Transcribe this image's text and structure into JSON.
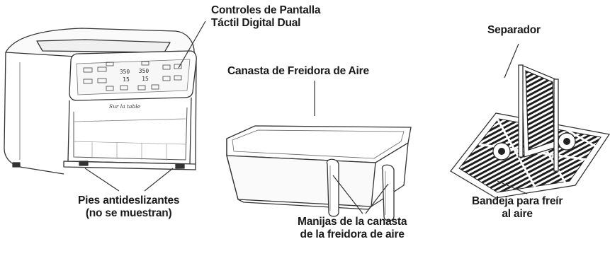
{
  "labels": {
    "controls": [
      "Controles de Pantalla",
      "Táctil Digital Dual"
    ],
    "basket": "Canasta de Freidora de Aire",
    "divider": "Separador",
    "feet": [
      "Pies antideslizantes",
      "(no se muestran)"
    ],
    "handles": [
      "Manijas de la canasta",
      "de la freidora de aire"
    ],
    "tray": [
      "Bandeja para freír",
      "al aire"
    ]
  },
  "display": {
    "left_temp": "350",
    "right_temp": "350",
    "left_time": "15",
    "right_time": "15"
  },
  "brand_script": "Sur la table",
  "colors": {
    "line": "#333333",
    "text": "#1a1a1a"
  }
}
